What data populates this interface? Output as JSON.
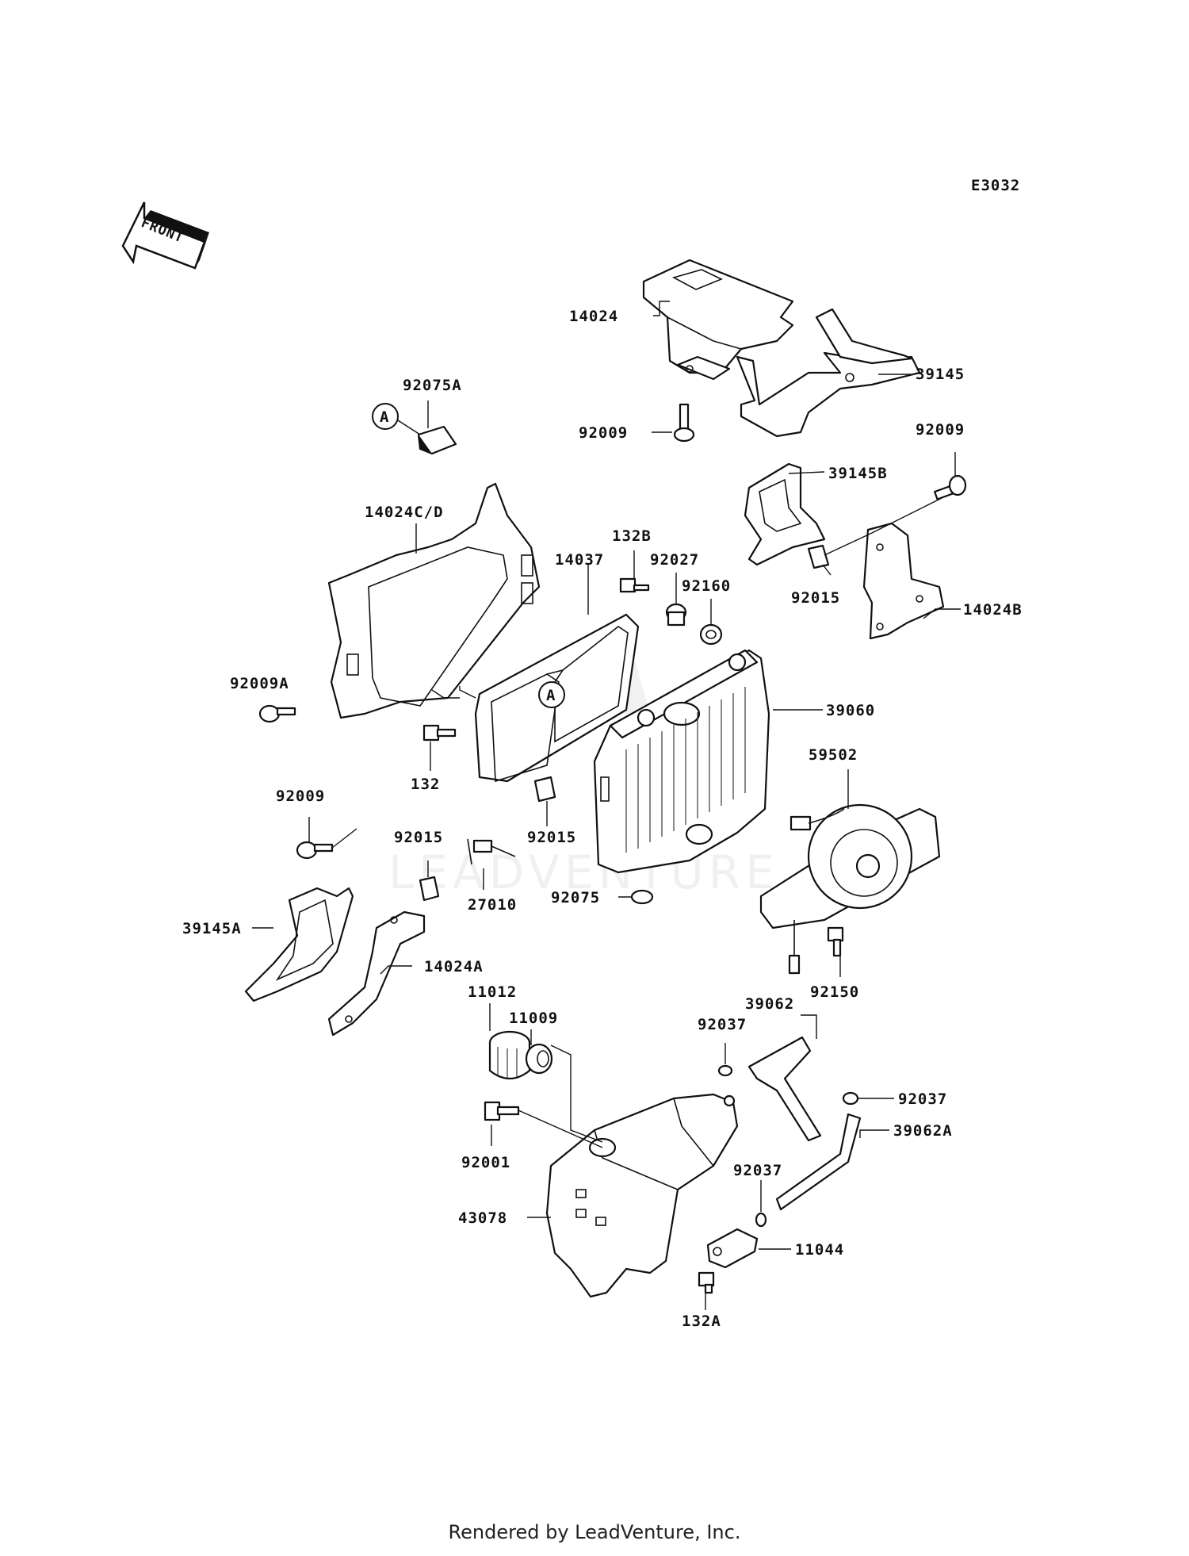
{
  "diagram_code": "E3032",
  "front_arrow_label": "FRONT",
  "watermark": "LEADVENTURE",
  "footer": "Rendered by LeadVenture, Inc.",
  "callouts": {
    "A": "A"
  },
  "parts": {
    "p14024": "14024",
    "p39145": "39145",
    "p92075A": "92075A",
    "p92009_top": "92009",
    "p92009_right": "92009",
    "p39145B": "39145B",
    "p14024CD": "14024C/D",
    "p132B": "132B",
    "p92027": "92027",
    "p14037": "14037",
    "p92160": "92160",
    "p92015_right": "92015",
    "p14024B": "14024B",
    "p92009A": "92009A",
    "p39060": "39060",
    "p132": "132",
    "p59502": "59502",
    "p92009_left": "92009",
    "p92015_center": "92015",
    "p92015_left": "92015",
    "p27010": "27010",
    "p92075": "92075",
    "p39145A": "39145A",
    "p14024A": "14024A",
    "p92150": "92150",
    "p11012": "11012",
    "p11009": "11009",
    "p92037_top": "92037",
    "p39062": "39062",
    "p92037_right": "92037",
    "p92001": "92001",
    "p39062A": "39062A",
    "p92037_bottom": "92037",
    "p43078": "43078",
    "p11044": "11044",
    "p132A": "132A"
  }
}
